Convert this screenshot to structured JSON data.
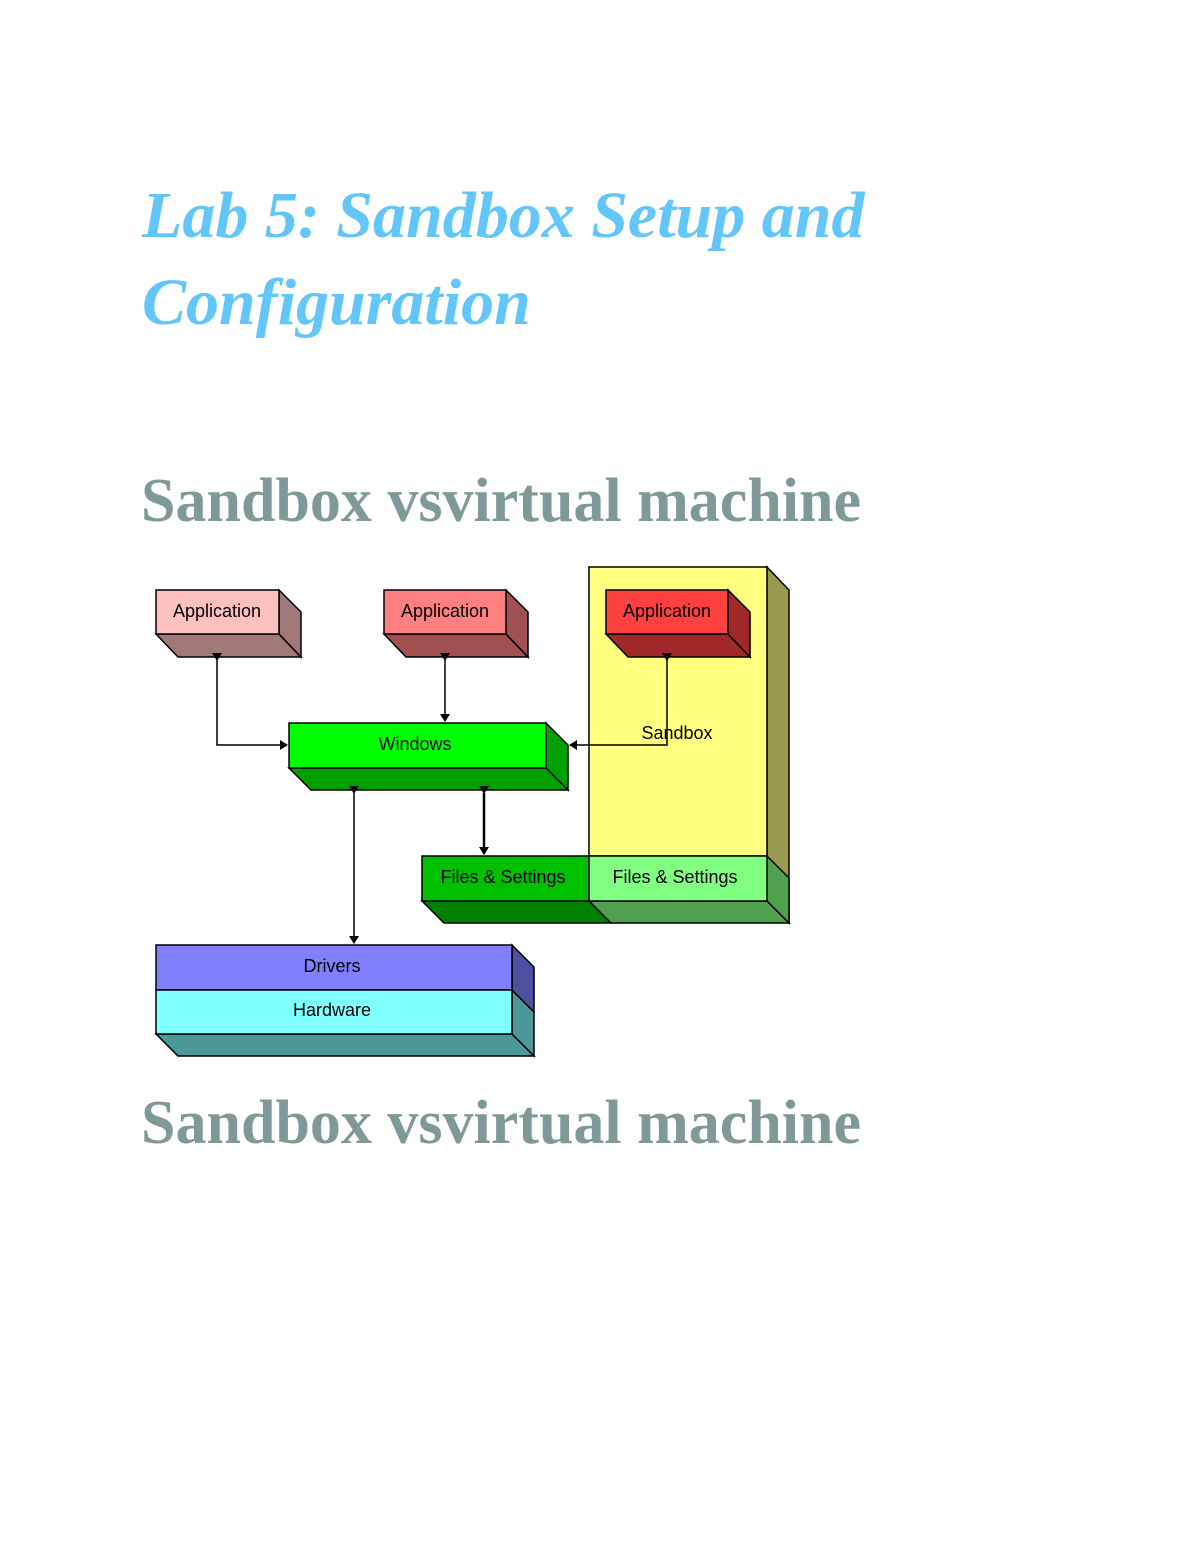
{
  "title": "Lab 5: Sandbox Setup and Configuration",
  "sections": [
    {
      "heading": "Sandbox vsvirtual machine"
    },
    {
      "heading": "Sandbox vsvirtual machine"
    }
  ],
  "diagram": {
    "applications": [
      "Application",
      "Application",
      "Application"
    ],
    "windows": "Windows",
    "sandbox": "Sandbox",
    "files_settings": [
      "Files & Settings",
      "Files & Settings"
    ],
    "drivers": "Drivers",
    "hardware": "Hardware",
    "colors": {
      "app1": "#ffc0c0",
      "app2": "#ff8080",
      "app3": "#ff4040",
      "windows": "#00ff00",
      "sandbox": "#ffff80",
      "files_host": "#00c000",
      "files_sandbox": "#80ff80",
      "drivers": "#8080ff",
      "hardware": "#80ffff"
    }
  }
}
